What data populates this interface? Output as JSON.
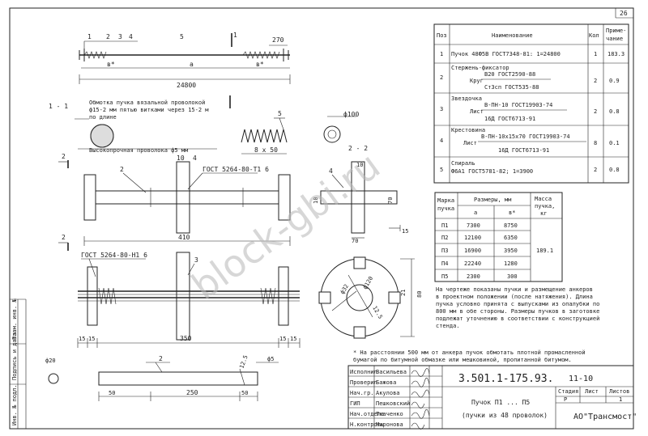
{
  "sheet": {
    "page_no": "26",
    "watermark": "block-gbi.ru",
    "side_labels": [
      "Инв. № подл.",
      "Подпись и дата",
      "Взам. инв. №"
    ]
  },
  "spec_table": {
    "headers": {
      "pos": "Поз",
      "name": "Наименование",
      "qty": "Кол",
      "note_line1": "Приме-",
      "note_line2": "чание"
    },
    "rows": [
      {
        "pos": "1",
        "lines": [
          "Пучок 48Ф5В  ГОСТ7348-81: 1=24800"
        ],
        "qty": "1",
        "note": "183.3"
      },
      {
        "pos": "2",
        "lines": [
          "Стержень-фиксатор",
          "B20 ГОСТ2590-88",
          "Круг",
          "Ст3сп ГОСТ535-88"
        ],
        "qty": "2",
        "note": "0.9"
      },
      {
        "pos": "3",
        "lines": [
          "Звездочка",
          "В-ПН-10 ГОСТ19903-74",
          "Лист",
          "16Д ГОСТ6713-91"
        ],
        "qty": "2",
        "note": "0.8"
      },
      {
        "pos": "4",
        "lines": [
          "Крестовина",
          "В-ПН-10х15х70 ГОСТ19903-74",
          "Лист",
          "16Д ГОСТ6713-91"
        ],
        "qty": "8",
        "note": "0.1"
      },
      {
        "pos": "5",
        "lines": [
          "Спираль",
          "Ф6А1 ГОСТ5781-82; 1=3900"
        ],
        "qty": "2",
        "note": "0.8"
      }
    ]
  },
  "bundle_table": {
    "headers": {
      "mark_1": "Марка",
      "mark_2": "пучка",
      "sizes": "Размеры, мм",
      "col_a": "а",
      "col_b": "в*",
      "mass_1": "Масса",
      "mass_2": "пучка,",
      "mass_3": "кг"
    },
    "rows": [
      {
        "mark": "П1",
        "a": "7300",
        "b": "8750"
      },
      {
        "mark": "П2",
        "a": "12100",
        "b": "6350"
      },
      {
        "mark": "П3",
        "a": "16900",
        "b": "3950"
      },
      {
        "mark": "П4",
        "a": "22240",
        "b": "1280"
      },
      {
        "mark": "П5",
        "a": "2300",
        "b": "300"
      }
    ],
    "mass": "189.1"
  },
  "notes": {
    "main": [
      "На чертеже показаны пучки и размещение анкеров",
      "в проектном положении (после натяжения). Длина",
      "пучка условно принята с выпусками из опалубки по",
      "800 мм в обе стороны. Размеры пучков в заготовке",
      "подлежат уточнению в соответствии с конструкцией",
      "стенда."
    ],
    "footnote": [
      "* На расстоянии 500 мм от анкера пучок обмотать плотной промасленной",
      "бумагой по битумной обмазке или мешковиной, пропитанной битумом."
    ]
  },
  "drawing": {
    "top_labels": [
      "1",
      "2",
      "3",
      "4",
      "5",
      "1",
      "270"
    ],
    "b_star": "в*",
    "a_label": "а",
    "length_total": "24800",
    "section_1_1": "1 - 1",
    "wrap_note": [
      "Обмотка пучка вязальной проволокой",
      "ф15-2 мм пятью витками через 15-2 м",
      "по длине"
    ],
    "wire_note": "Высокопрочная проволока ф5 мм",
    "spiral_pitch": "8 x 50",
    "spiral_pos": "5",
    "dia_100": "ф100",
    "section_2_2": "2 - 2",
    "gost_1": "ГОСТ 5264-80-Т1 6",
    "gost_2": "ГОСТ 5264-80-Н1 6",
    "dim_410": "410",
    "dim_10": "10",
    "dim_70": "70",
    "dim_15": "15",
    "dim_350": "350",
    "dim_250": "250",
    "dim_50": "50",
    "dim_80": "80",
    "dim_21": "21",
    "dim_12_5": "12.5",
    "dia_120": "ф120",
    "dia_32": "ф32",
    "dia_20": "ф20",
    "dia_5": "ф5",
    "pos_2": "2",
    "pos_3": "3",
    "pos_4": "4",
    "pos_5": "5"
  },
  "title_block": {
    "doc_code": "3.501.1-175.93.",
    "sheet_ref": "11-10",
    "title_line1": "Пучок П1 ... П5",
    "title_line2": "(пучки из 48 проволок)",
    "stage_label": "Стадия",
    "stage": "Р",
    "sheet_label": "Лист",
    "sheets_label": "Листов",
    "sheets": "1",
    "org": "АО\"Трансмост\"",
    "roles": [
      "Исполнил",
      "Проверил",
      "Нач.гр.",
      "ГИП",
      "Нач.отдела",
      "Н.контроль"
    ],
    "names": [
      "Васильева",
      "Бажова",
      "Акулова",
      "Пешковский",
      "Ткаченко",
      "Миронова"
    ]
  }
}
